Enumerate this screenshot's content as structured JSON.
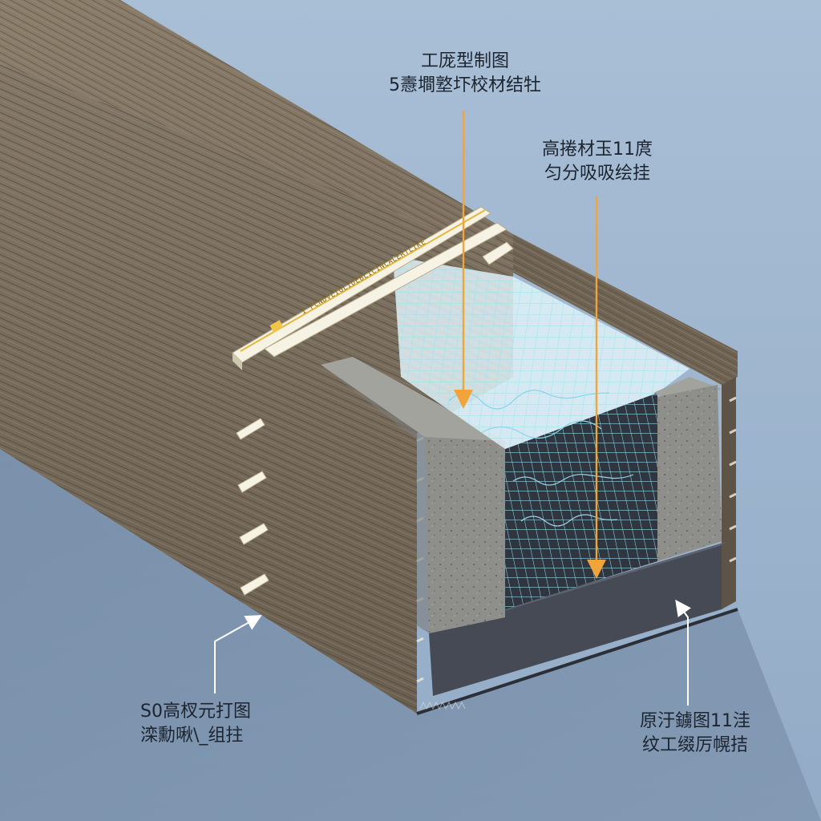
{
  "callouts": {
    "top": {
      "line1": "工厐型制图",
      "line2": "5㦞墹墪圷校材结牡"
    },
    "middle": {
      "line1": "高捲材玉11庹",
      "line2": "匀分吸吸绘挂"
    },
    "bottom_left": {
      "line1": "S0高杈元打图",
      "line2": "滦勳啾\\_组拄"
    },
    "bottom_right": {
      "line1": "原汙鐪图11洼",
      "line2": "纹工缀厉幌拮"
    }
  },
  "strip_label": "I FCNDVLIGLIDEBLICINCALERTLIKE",
  "colors": {
    "background": "#9fb6cf",
    "wood": "#7a6e5c",
    "concrete": "#8f8f8b",
    "membrane": "#454a55",
    "mesh": "#8fd6ea",
    "arrow": "#f0a43a",
    "strip": "#f6f2e4"
  }
}
